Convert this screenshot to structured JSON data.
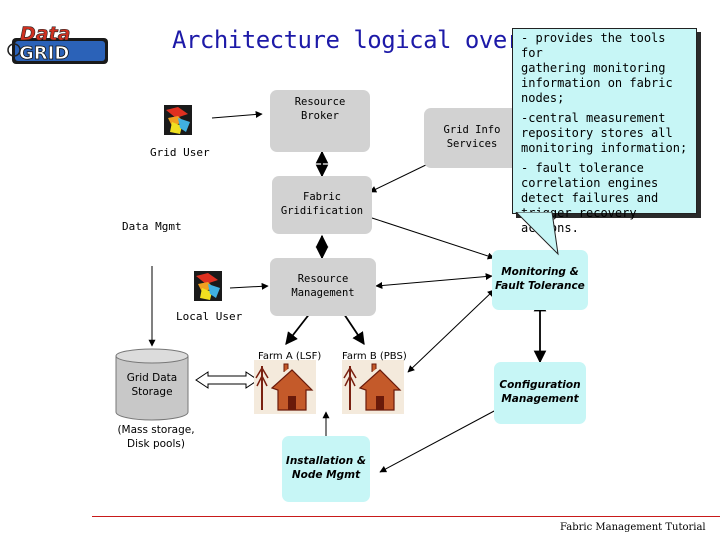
{
  "title": "Architecture logical overv",
  "callout": {
    "paragraphs": [
      "- provides the tools for\ngathering monitoring\ninformation on fabric\nnodes;",
      "-central measurement\nrepository stores all\nmonitoring information;",
      "- fault tolerance\ncorrelation engines\ndetect failures and\ntrigger recovery actions."
    ]
  },
  "nodes": {
    "resource_broker": "Resource\nBroker",
    "grid_info_services": "Grid Info\nServices",
    "fabric_gridification": "Fabric\nGridification",
    "resource_management": "Resource\nManagement",
    "monitoring_fault_tolerance": "Monitoring &\nFault Tolerance",
    "configuration_management": "Configuration\nManagement",
    "installation_node_mgmt": "Installation &\nNode Mgmt"
  },
  "labels": {
    "grid_user": "Grid User",
    "data_mgmt": "Data Mgmt",
    "local_user": "Local User",
    "farm_a": "Farm A (LSF)",
    "farm_b": "Farm B (PBS)",
    "grid_data_storage": "Grid Data\nStorage",
    "mass_storage": "(Mass storage,\nDisk pools)"
  },
  "footer": "Fabric Management Tutorial",
  "colors": {
    "title": "#1d1aa8",
    "node_grey": "#d2d2d2",
    "node_cyan": "#c7f6f6",
    "footer_line": "#c81a1a"
  },
  "icons": {
    "user_icon": "user-workstation-icon",
    "farm_icon": "house-farm-icon",
    "storage_icon": "database-cylinder-icon",
    "logo": "datagrid-logo"
  }
}
